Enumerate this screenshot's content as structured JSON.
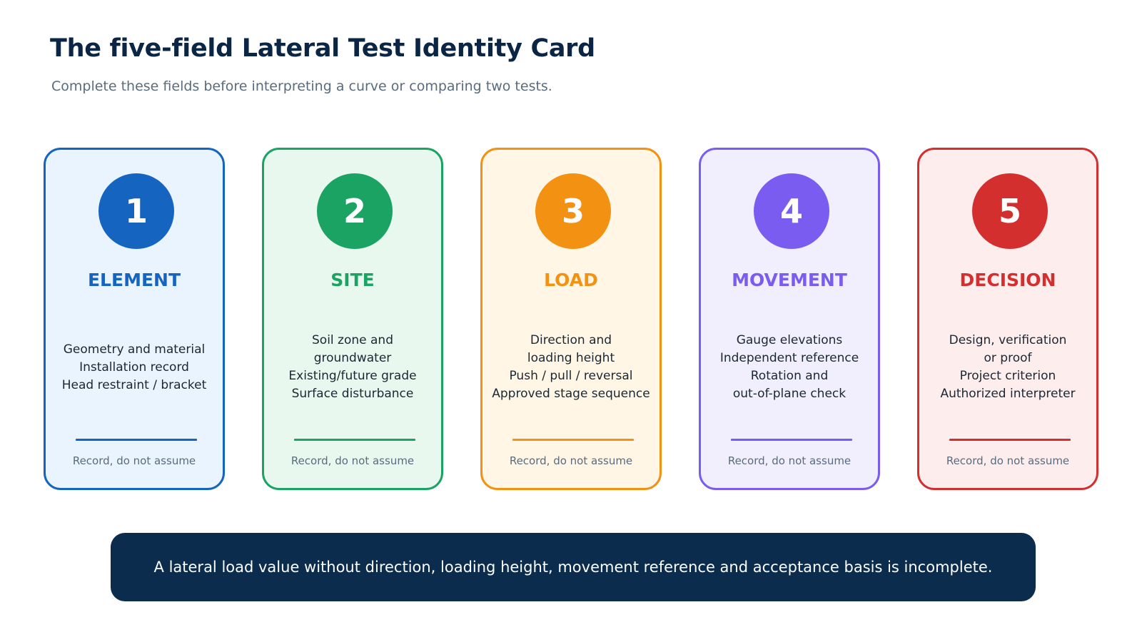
{
  "header": {
    "title": "The five-field Lateral Test Identity Card",
    "subtitle": "Complete these fields before interpreting a curve or comparing two tests."
  },
  "cards": [
    {
      "number": "1",
      "title": "ELEMENT",
      "lines": [
        "Geometry and material",
        "Installation record",
        "Head restraint / bracket"
      ],
      "footnote": "Record, do not assume",
      "color": "#1565c0",
      "bg": "#eaf4fe"
    },
    {
      "number": "2",
      "title": "SITE",
      "lines": [
        "Soil zone and",
        "groundwater",
        "Existing/future grade",
        "Surface disturbance"
      ],
      "footnote": "Record, do not assume",
      "color": "#1aa363",
      "bg": "#e9f8ef"
    },
    {
      "number": "3",
      "title": "LOAD",
      "lines": [
        "Direction and",
        "loading height",
        "Push / pull / reversal",
        "Approved stage sequence"
      ],
      "footnote": "Record, do not assume",
      "color": "#f39112",
      "bg": "#fff6e6"
    },
    {
      "number": "4",
      "title": "MOVEMENT",
      "lines": [
        "Gauge elevations",
        "Independent reference",
        "Rotation and",
        "out-of-plane check"
      ],
      "footnote": "Record, do not assume",
      "color": "#7b5cf0",
      "bg": "#f1effd"
    },
    {
      "number": "5",
      "title": "DECISION",
      "lines": [
        "Design, verification",
        "or proof",
        "Project criterion",
        "Authorized interpreter"
      ],
      "footnote": "Record, do not assume",
      "color": "#d32f2f",
      "bg": "#fdeeed"
    }
  ],
  "banner": {
    "text": "A lateral load value without direction, loading height, movement reference and acceptance basis is incomplete."
  }
}
